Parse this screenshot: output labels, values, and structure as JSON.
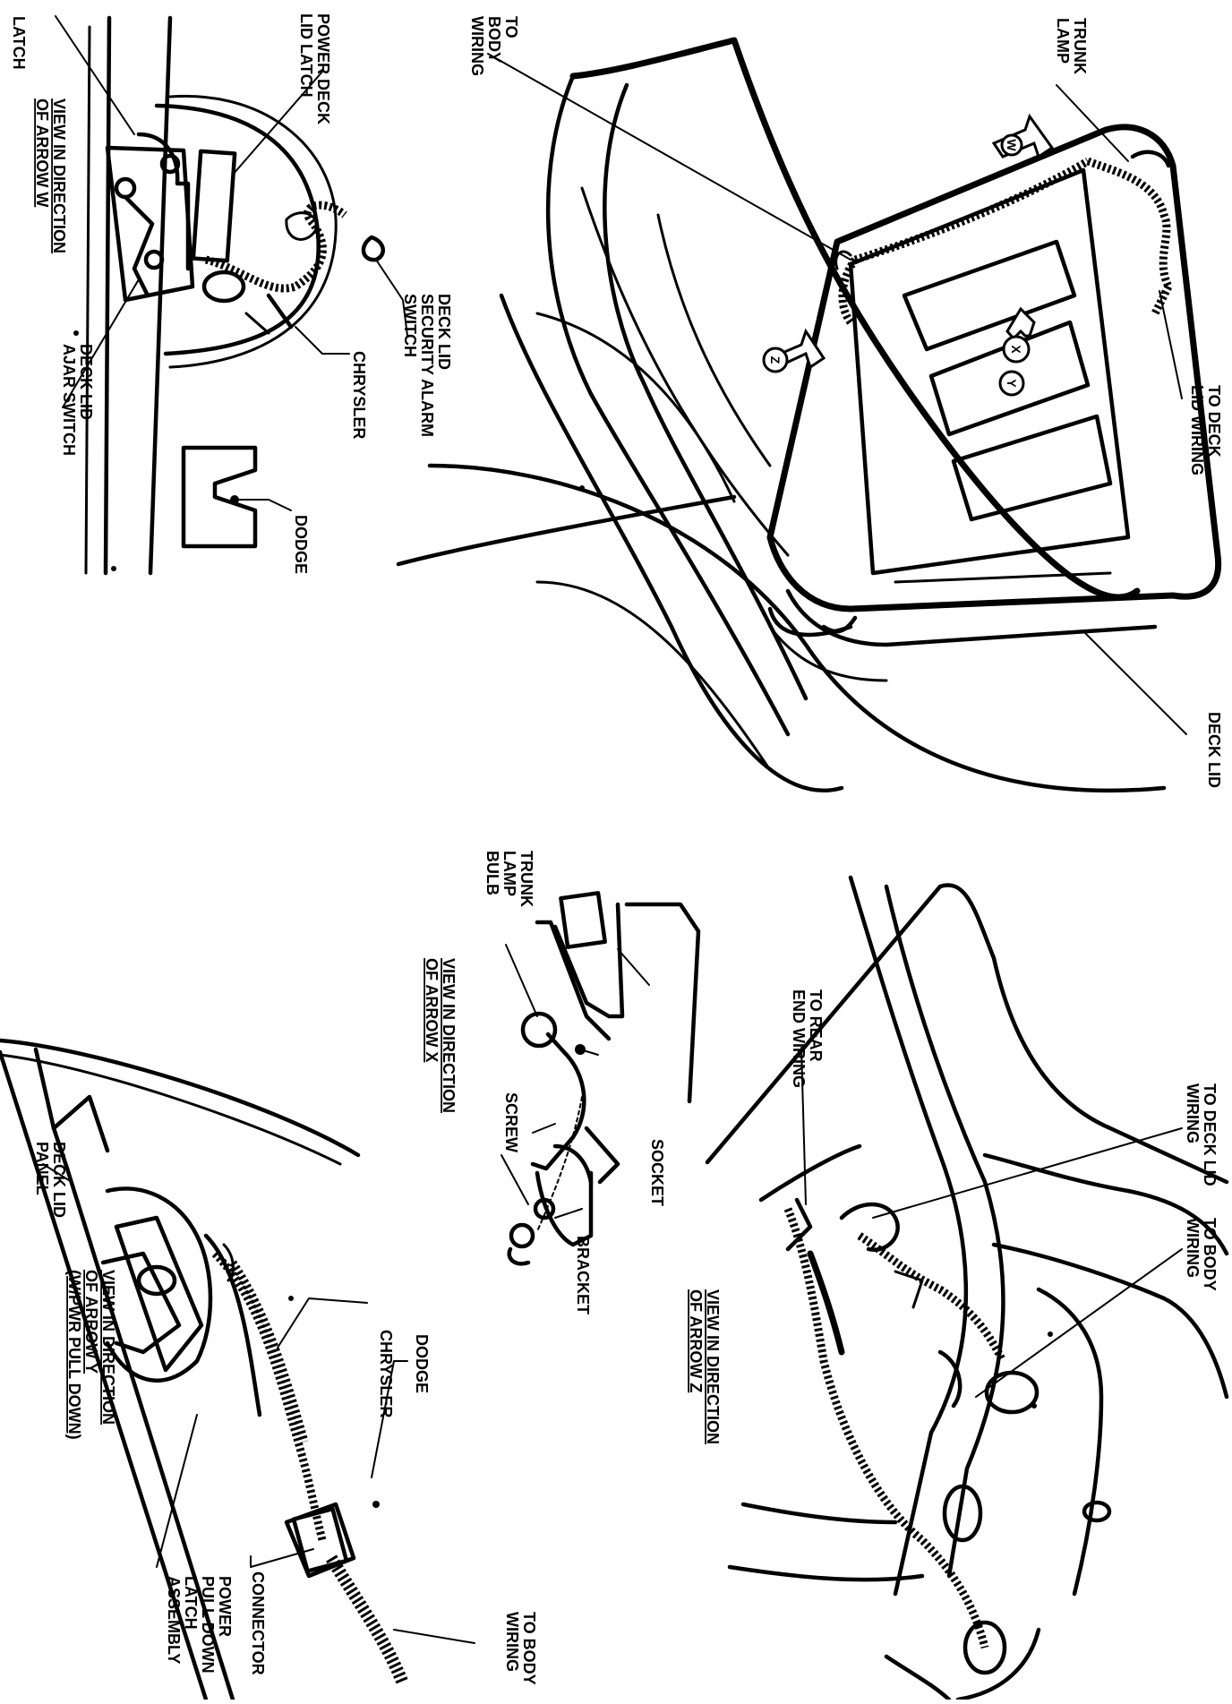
{
  "labels": {
    "power_deck_lid_latch": "POWER DECK LID LATCH",
    "latch": "LATCH",
    "view_arrow_w": "VIEW IN DIRECTION OF ARROW W",
    "deck_lid_security_alarm_switch": "DECK LID SECURITY ALARM SWITCH",
    "chrysler_top": "CHRYSLER",
    "dodge_top": "DODGE",
    "deck_lid_ajar_switch": "DECK LID AJAR SWITCH",
    "to_body_wiring_top": "TO BODY WIRING",
    "trunk_lamp": "TRUNK LAMP",
    "to_deck_lid_wiring": "TO DECK LID WIRING",
    "deck_lid": "DECK LID",
    "trunk_lamp_bulb": "TRUNK LAMP BULB",
    "view_arrow_x": "VIEW IN DIRECTION OF ARROW X",
    "screw": "SCREW",
    "socket": "SOCKET",
    "bracket": "BRACKET",
    "to_rear_end_wiring": "TO REAR END WIRING",
    "to_deck_lid_wiring_z": "TO DECK LID WIRING",
    "to_body_wiring_z": "TO BODY WIRING",
    "view_arrow_z": "VIEW IN DIRECTION OF ARROW Z",
    "deck_lid_panel": "DECK LID PANEL",
    "view_arrow_y": "VIEW IN DIRECTION OF ARROW Y (W/PWR PULL DOWN)",
    "chrysler_bottom": "CHRYSLER",
    "dodge_bottom": "DODGE",
    "connector": "CONNECTOR",
    "power_pull_down_latch_assembly": "POWER PULL DOWN LATCH ASSEMBLY",
    "to_body_wiring_bottom": "TO BODY WIRING"
  },
  "lines": {
    "power_deck": [
      "POWER DECK",
      "LID LATCH"
    ],
    "view_w": [
      "VIEW IN DIRECTION",
      "OF ARROW W"
    ],
    "security": [
      "DECK LID",
      "SECURITY ALARM",
      "SWITCH"
    ],
    "ajar": [
      "DECK LID",
      "AJAR SWITCH"
    ],
    "to_body_top": [
      "TO",
      "BODY",
      "WIRING"
    ],
    "trunk_lamp": [
      "TRUNK",
      "LAMP"
    ],
    "to_deck_lid": [
      "TO DECK",
      "LID WIRING"
    ],
    "bulb": [
      "TRUNK",
      "LAMP",
      "BULB"
    ],
    "view_x": [
      "VIEW IN DIRECTION",
      "OF ARROW X"
    ],
    "rear_end": [
      "TO REAR",
      "END WIRING"
    ],
    "deck_lid_z": [
      "TO DECK LID",
      "WIRING"
    ],
    "body_z": [
      "TO BODY",
      "WIRING"
    ],
    "view_z": [
      "VIEW IN DIRECTION",
      "OF ARROW Z"
    ],
    "panel": [
      "DECK LID",
      "PANEL"
    ],
    "view_y": [
      "VIEW IN DIRECTION",
      "OF ARROW Y",
      "(W/PWR PULL DOWN)"
    ],
    "pulldown": [
      "POWER",
      "PULL DOWN",
      "LATCH",
      "ASSEMBLY"
    ],
    "to_body_bottom": [
      "TO BODY",
      "WIRING"
    ]
  },
  "arrow_letters": [
    "W",
    "X",
    "Y",
    "Z"
  ]
}
